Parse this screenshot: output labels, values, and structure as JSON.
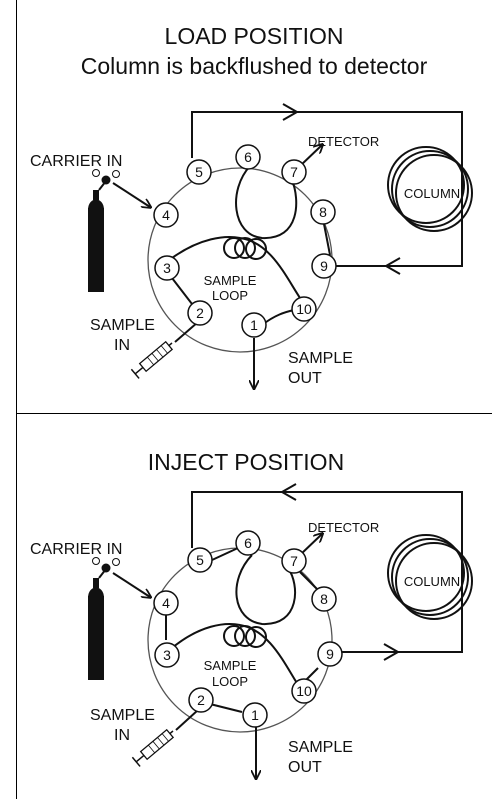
{
  "load": {
    "title": "LOAD POSITION",
    "subtitle": "Column is backflushed to detector",
    "carrier_in": "CARRIER IN",
    "detector": "DETECTOR",
    "column": "COLUMN",
    "sample_loop_1": "SAMPLE",
    "sample_loop_2": "LOOP",
    "sample_in_1": "SAMPLE",
    "sample_in_2": "IN",
    "sample_out_1": "SAMPLE",
    "sample_out_2": "OUT",
    "ports": [
      "1",
      "2",
      "3",
      "4",
      "5",
      "6",
      "7",
      "8",
      "9",
      "10"
    ]
  },
  "inject": {
    "title": "INJECT POSITION",
    "carrier_in": "CARRIER IN",
    "detector": "DETECTOR",
    "column": "COLUMN",
    "sample_loop_1": "SAMPLE",
    "sample_loop_2": "LOOP",
    "sample_in_1": "SAMPLE",
    "sample_in_2": "IN",
    "sample_out_1": "SAMPLE",
    "sample_out_2": "OUT",
    "ports": [
      "1",
      "2",
      "3",
      "4",
      "5",
      "6",
      "7",
      "8",
      "9",
      "10"
    ]
  }
}
